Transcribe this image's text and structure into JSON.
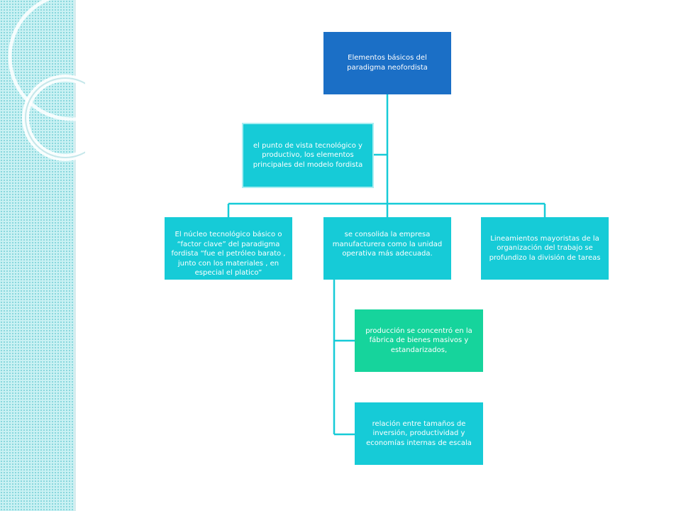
{
  "slide": {
    "accent_colors": {
      "root": "#1b6fc6",
      "teal": "#16cbd7",
      "green": "#16d49c",
      "connector": "#16cbd7",
      "sidebar": "#c9f1f3"
    }
  },
  "diagram": {
    "root": "Elementos básicos del paradigma neofordista",
    "assistant": "el punto de vista tecnológico y productivo, los elementos principales del modelo fordista",
    "level1": [
      "El núcleo tecnológico básico o “factor clave” del paradigma fordista “fue el petróleo barato , junto con los materiales , en especial el platico”",
      "se consolida la empresa manufacturera como la unidad operativa más adecuada.",
      "Lineamientos mayoristas de la organización del trabajo se profundizo la división de tareas"
    ],
    "children_of_level1_2": [
      "producción se concentró en la fábrica de bienes masivos y estandarizados,",
      "relación entre tamaños de inversión, productividad y economías internas de escala"
    ]
  }
}
